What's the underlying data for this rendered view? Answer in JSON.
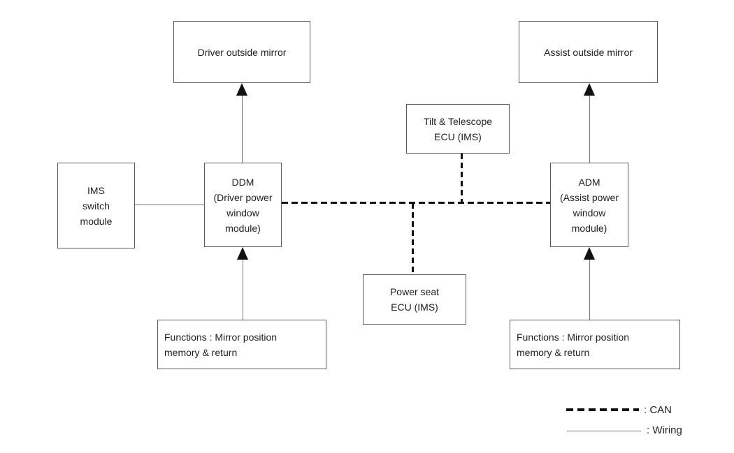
{
  "colors": {
    "background": "#ffffff",
    "box_border": "#5a5a5a",
    "wire_line": "#757575",
    "can_line": "#111111",
    "text": "#1f1f1f"
  },
  "boxes": {
    "driver_outside_mirror": {
      "lines": [
        "Driver outside mirror"
      ]
    },
    "assist_outside_mirror": {
      "lines": [
        "Assist outside mirror"
      ]
    },
    "tilt_telescope_ecu": {
      "lines": [
        "Tilt & Telescope",
        "ECU (IMS)"
      ]
    },
    "ims_switch_module": {
      "lines": [
        "IMS",
        "switch",
        "module"
      ]
    },
    "ddm": {
      "lines": [
        "DDM",
        "(Driver power",
        "window",
        "module)"
      ]
    },
    "adm": {
      "lines": [
        "ADM",
        "(Assist power",
        "window",
        "module)"
      ]
    },
    "power_seat_ecu": {
      "lines": [
        "Power seat",
        "ECU (IMS)"
      ]
    },
    "functions_driver": {
      "lines": [
        "Functions : Mirror position",
        "memory & return"
      ]
    },
    "functions_assist": {
      "lines": [
        "Functions : Mirror position",
        "memory & return"
      ]
    }
  },
  "legend": {
    "can": ": CAN",
    "wiring": ": Wiring"
  }
}
